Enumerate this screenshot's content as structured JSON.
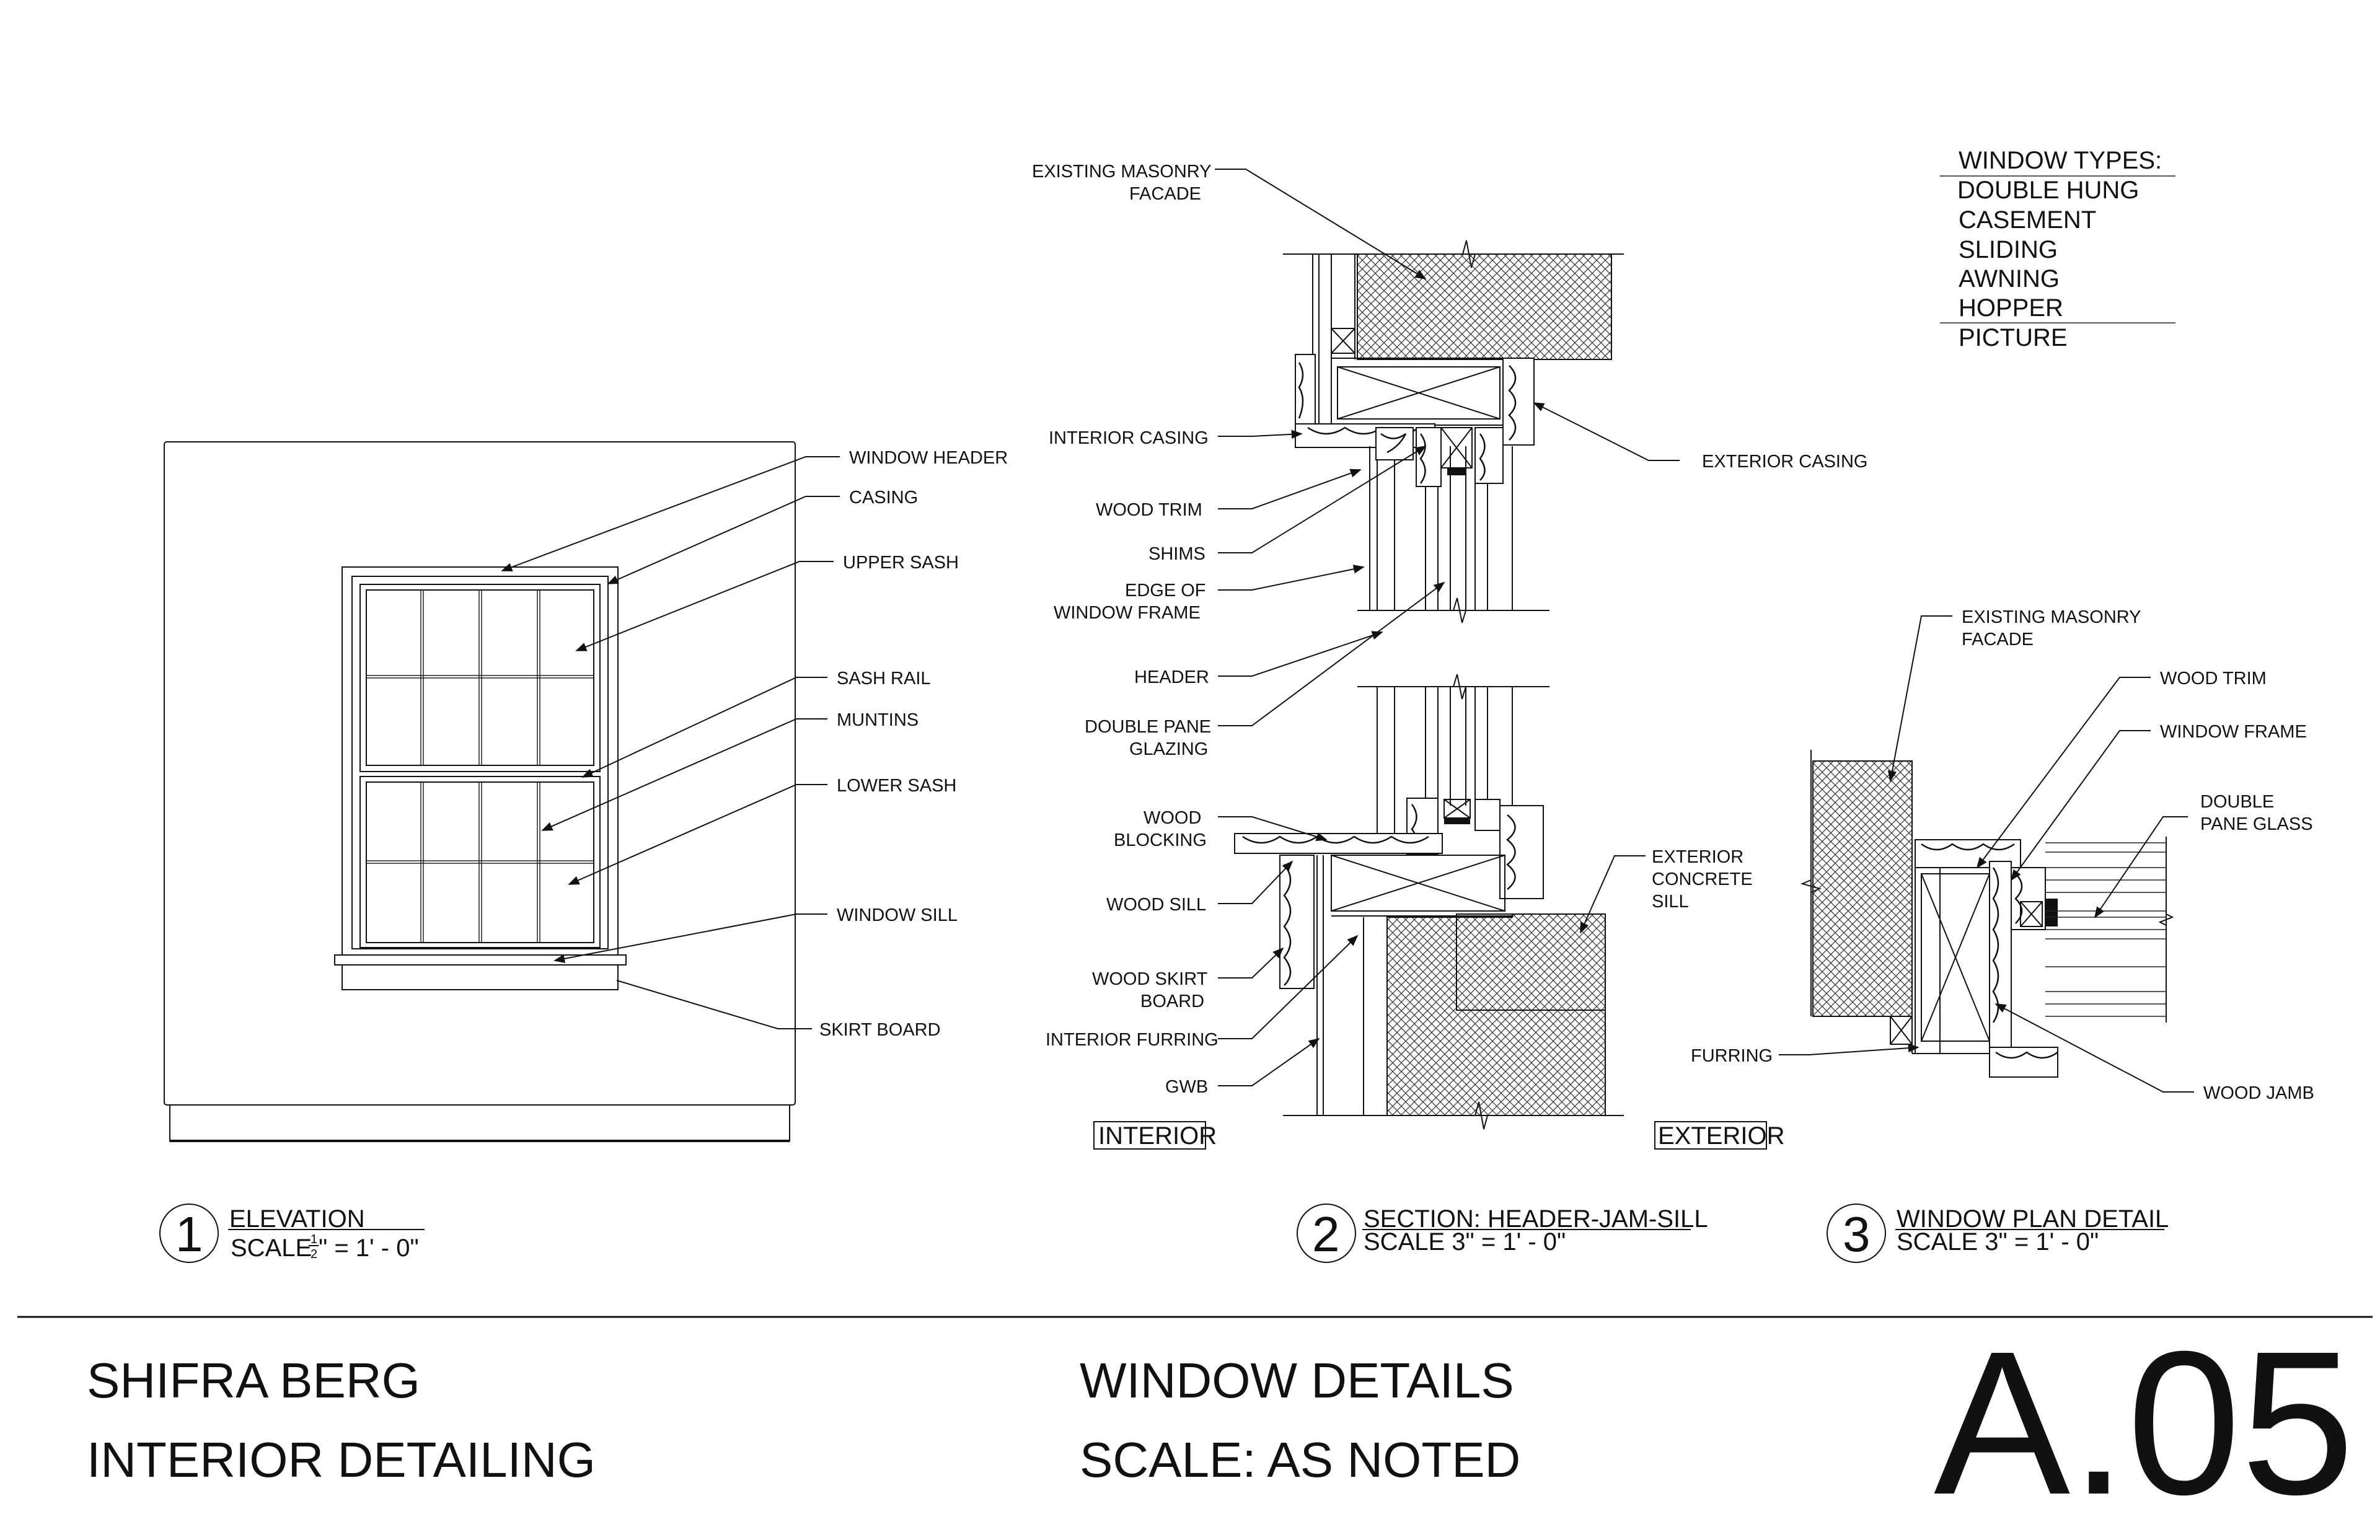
{
  "window_types": {
    "heading": "WINDOW TYPES:",
    "items": [
      "DOUBLE HUNG",
      "CASEMENT",
      "SLIDING",
      "AWNING",
      "HOPPER",
      "PICTURE"
    ]
  },
  "elevation": {
    "labels": {
      "window_header": "WINDOW HEADER",
      "casing": "CASING",
      "upper_sash": "UPPER SASH",
      "sash_rail": "SASH RAIL",
      "muntins": "MUNTINS",
      "lower_sash": "LOWER SASH",
      "window_sill": "WINDOW SILL",
      "skirt_board": "SKIRT BOARD"
    },
    "caption": {
      "number": "1",
      "title": "ELEVATION",
      "scale_prefix": "SCALE ",
      "scale_frac_num": "1",
      "scale_frac_den": "2",
      "scale_suffix": "\" = 1' - 0\""
    }
  },
  "section": {
    "labels": {
      "existing_masonry_1": "EXISTING MASONRY",
      "existing_masonry_2": "FACADE",
      "interior_casing": "INTERIOR CASING",
      "exterior_casing": "EXTERIOR CASING",
      "wood_trim": "WOOD TRIM",
      "shims": "SHIMS",
      "edge_of_frame_1": "EDGE OF",
      "edge_of_frame_2": "WINDOW FRAME",
      "header": "HEADER",
      "double_pane_1": "DOUBLE PANE",
      "double_pane_2": "GLAZING",
      "wood_blocking_1": "WOOD",
      "wood_blocking_2": "BLOCKING",
      "wood_sill": "WOOD SILL",
      "wood_skirt_1": "WOOD SKIRT",
      "wood_skirt_2": "BOARD",
      "interior_furring": "INTERIOR FURRING",
      "gwb": "GWB",
      "ext_concrete_1": "EXTERIOR",
      "ext_concrete_2": "CONCRETE",
      "ext_concrete_3": "SILL",
      "interior_tag": "INTERIOR",
      "exterior_tag": "EXTERIOR"
    },
    "caption": {
      "number": "2",
      "title": "SECTION: HEADER-JAM-SILL",
      "scale": "SCALE 3\" = 1' - 0\""
    }
  },
  "plan": {
    "labels": {
      "existing_masonry_1": "EXISTING MASONRY",
      "existing_masonry_2": "FACADE",
      "wood_trim": "WOOD TRIM",
      "window_frame": "WINDOW FRAME",
      "double_pane_1": "DOUBLE",
      "double_pane_2": "PANE GLASS",
      "furring": "FURRING",
      "wood_jamb": "WOOD JAMB"
    },
    "caption": {
      "number": "3",
      "title": "WINDOW PLAN DETAIL",
      "scale": "SCALE 3\" = 1' - 0\""
    }
  },
  "title_block": {
    "name": "SHIFRA BERG",
    "course": "INTERIOR DETAILING",
    "sheet_title": "WINDOW DETAILS",
    "scale": "SCALE: AS NOTED",
    "sheet_number": "A.05"
  }
}
